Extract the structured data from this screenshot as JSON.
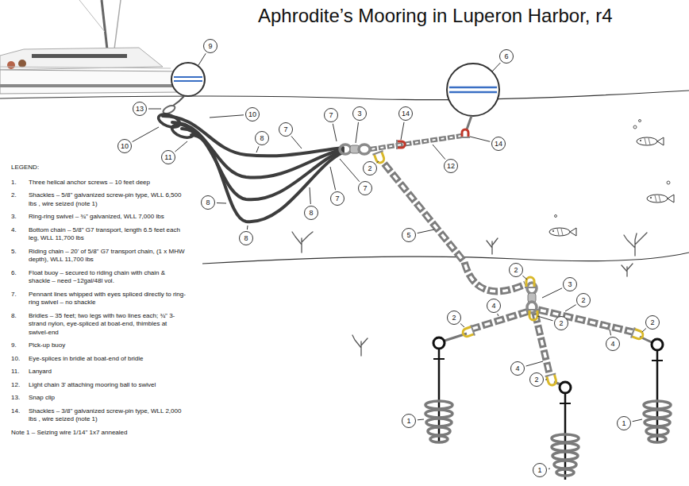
{
  "diagram": {
    "title": "Aphrodite’s Mooring in Luperon Harbor, r4",
    "labels": [
      "9",
      "6",
      "13",
      "10",
      "10",
      "11",
      "7",
      "3",
      "14",
      "14",
      "7",
      "8",
      "8",
      "2",
      "12",
      "7",
      "7",
      "8",
      "8",
      "5",
      "2",
      "3",
      "2",
      "4",
      "4",
      "2",
      "2",
      "2",
      "4",
      "2",
      "1",
      "1",
      "1",
      "LEGEND:",
      "1.",
      "2.",
      "3.",
      "4.",
      "5.",
      "6.",
      "7.",
      "8.",
      "9.",
      "10.",
      "11.",
      "12.",
      "13.",
      "14.",
      "Note 1 – Seizing wire 1/14\" 1x7 annealed"
    ],
    "legend": [
      {
        "text": "Three helical anchor screws – 10 feet deep"
      },
      {
        "text": "Shackles – 5/8\" galvanized screw-pin type, WLL 6,500 lbs , wire seized (note 1)"
      },
      {
        "text": "Ring-ring swivel – ¾\" galvanized, WLL 7,000 lbs"
      },
      {
        "text": "Bottom chain – 5/8\" G7 transport, length 6.5 feet each leg, WLL 11,700 lbs"
      },
      {
        "text": "Riding chain – 20' of 5/8\" G7 transport chain, (1 x MHW depth), WLL 11,700 lbs"
      },
      {
        "text": "Float buoy – secured to riding chain with chain & shackle – need ~12gal/48l vol."
      },
      {
        "text": "Pennant lines whipped with eyes spliced directly to ring-ring swivel – no shackle"
      },
      {
        "text": "Bridles – 35 feet; two legs with two lines each; ¾\" 3-strand nylon, eye-spliced at boat-end, thimbles at swivel-end"
      },
      {
        "text": "Pick-up buoy"
      },
      {
        "text": "Eye-splices in bridle at boat-end of bridle"
      },
      {
        "text": "Lanyard"
      },
      {
        "text": "Light chain 3' attaching mooring ball to swivel"
      },
      {
        "text": "Snap clip"
      },
      {
        "text": "Shackles – 3/8\" galvanized screw-pin type, WLL 2,000 lbs , wire seized (note 1)"
      }
    ]
  }
}
